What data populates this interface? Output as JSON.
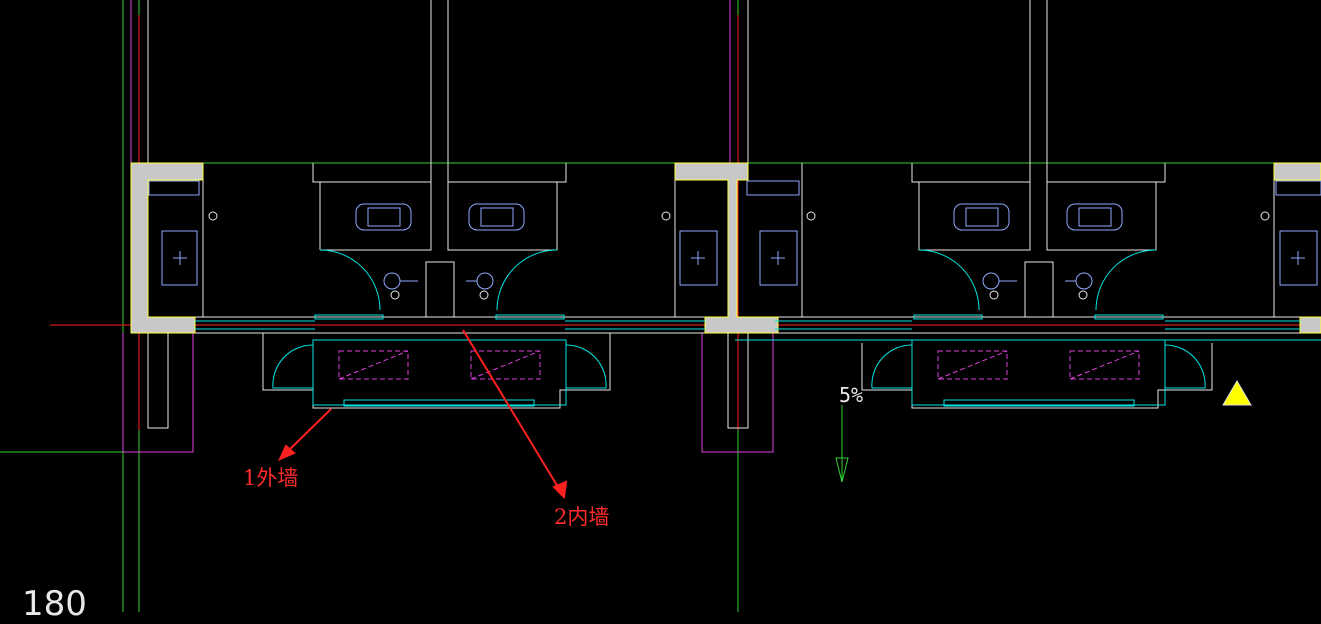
{
  "annotations": {
    "exterior_wall": "1外墙",
    "interior_wall": "2内墙"
  },
  "slope_label": "5%",
  "dimension_partial": "180",
  "colors": {
    "background": "#000000",
    "wall_white": "#e8e8e8",
    "fixture_blue": "#8fa8ff",
    "cyan": "#00e5e5",
    "magenta": "#e040e0",
    "red": "#ff2020",
    "green": "#30d030",
    "yellow": "#ffff00",
    "wall_fill": "#c8c8c8"
  },
  "icons": [
    "warning-triangle-icon",
    "slope-arrow-icon",
    "leader-arrow-icon"
  ]
}
